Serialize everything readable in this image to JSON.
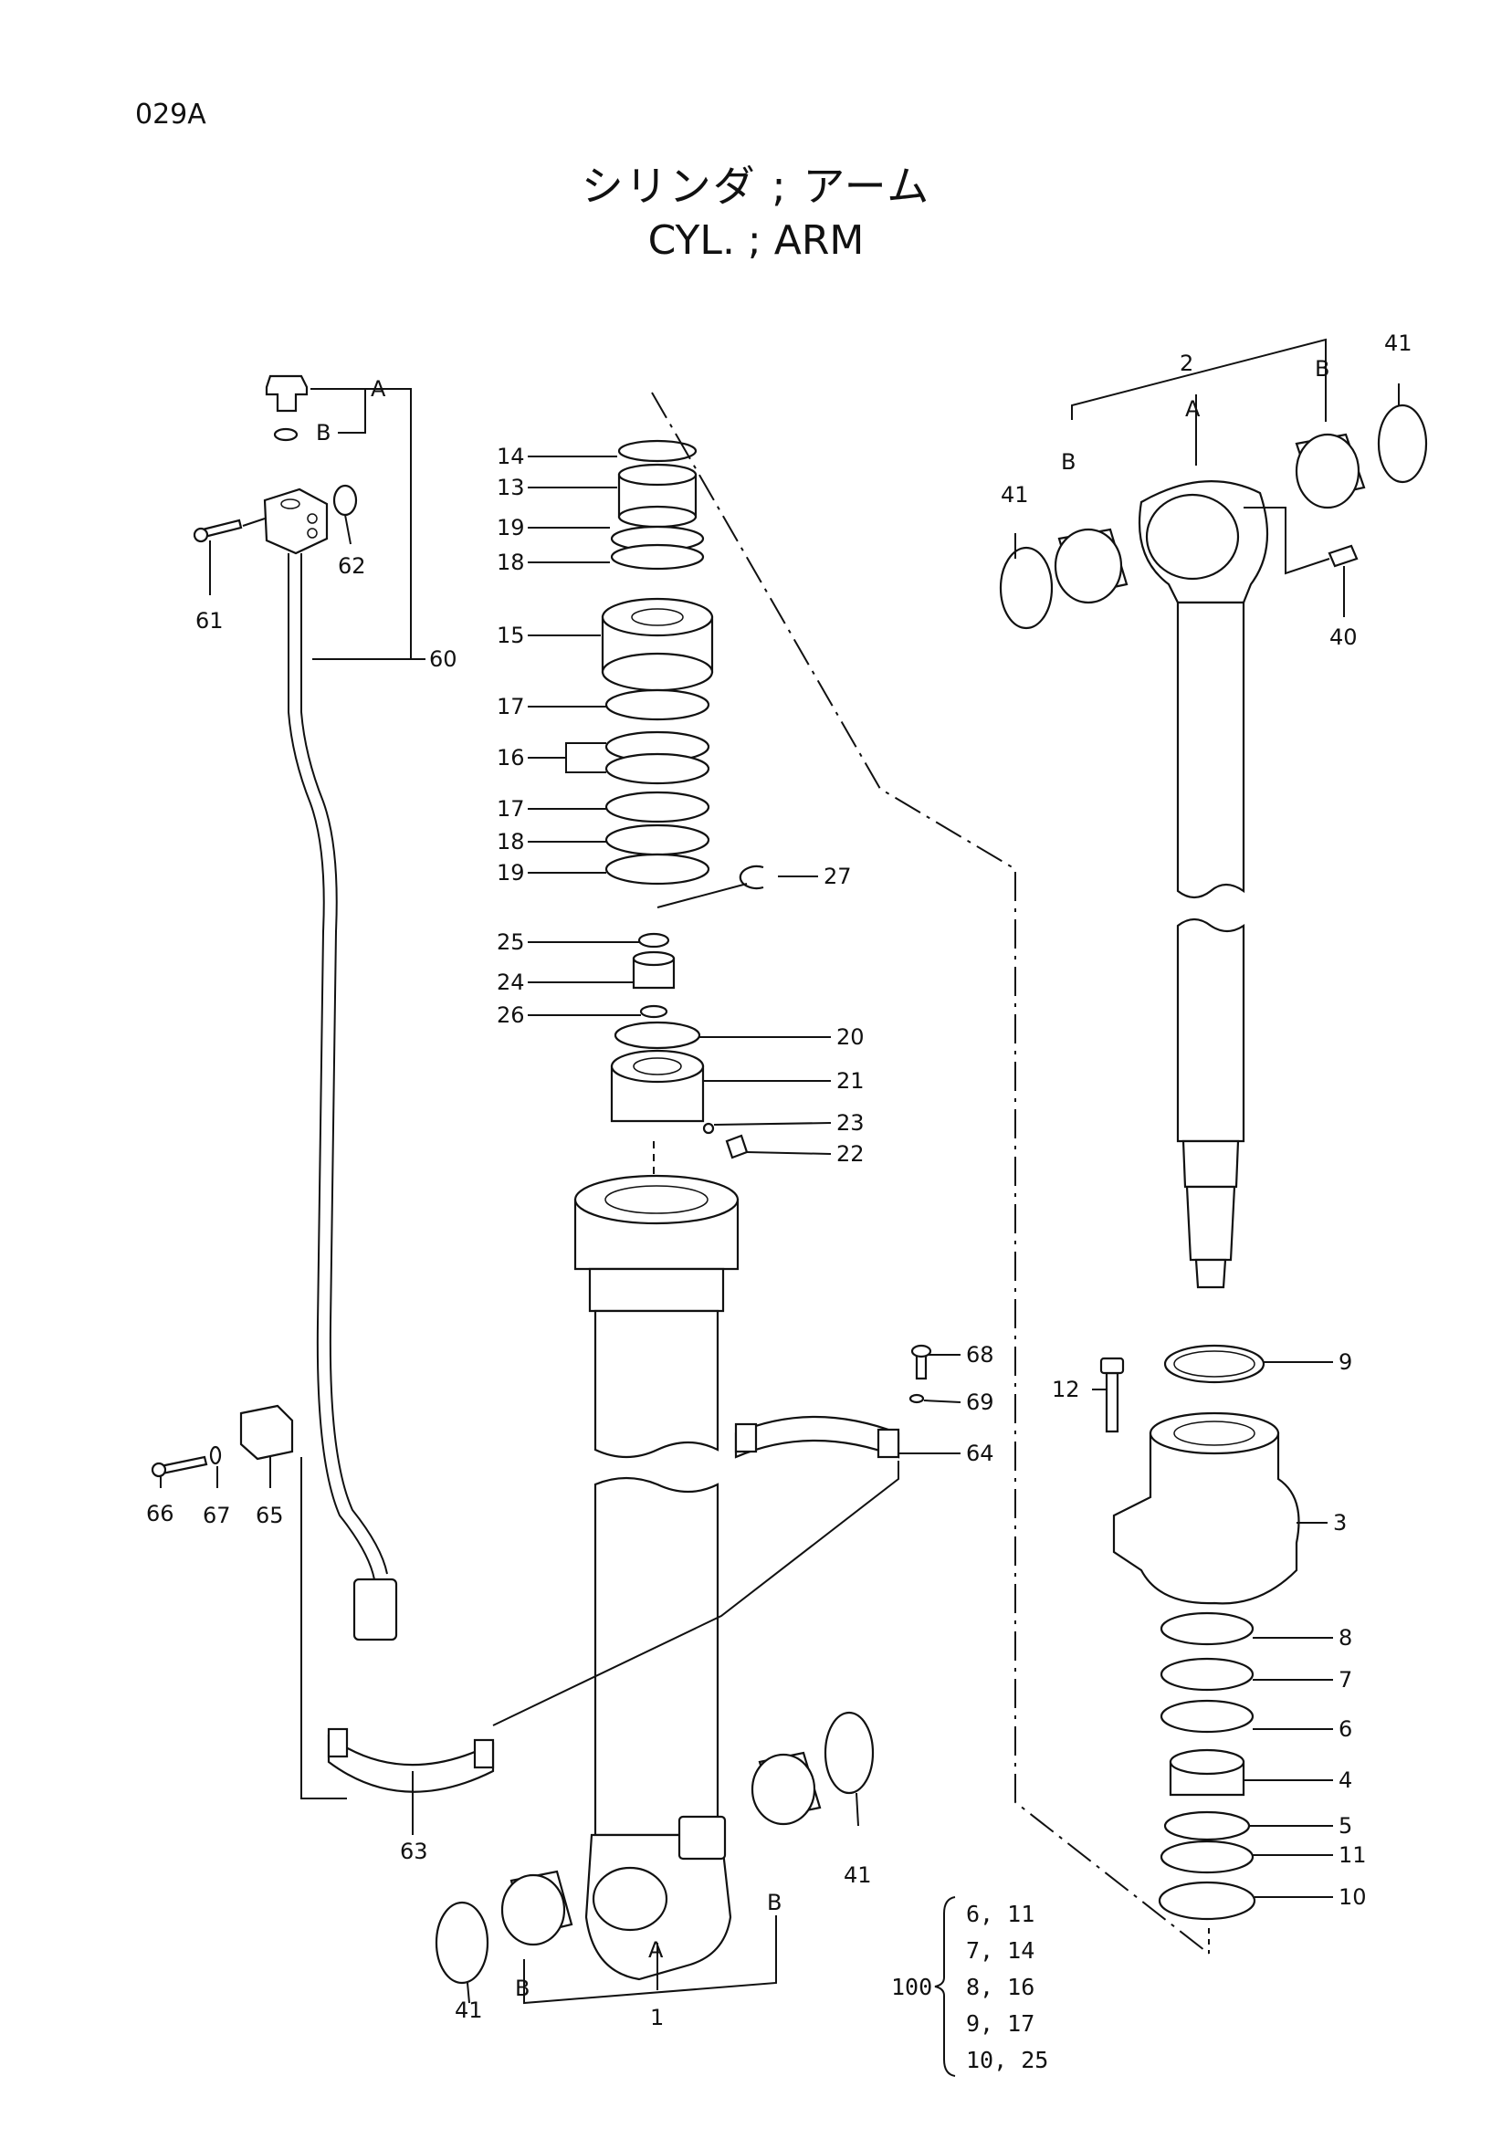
{
  "page_code": "029A",
  "title_jp": "シリンダ ; アーム",
  "title_en": "CYL. ; ARM",
  "callouts": {
    "p1": "1",
    "p2": "2",
    "p3": "3",
    "p4": "4",
    "p5": "5",
    "p6": "6",
    "p7": "7",
    "p8": "8",
    "p9": "9",
    "p10": "10",
    "p11": "11",
    "p12": "12",
    "p13": "13",
    "p14": "14",
    "p15": "15",
    "p16": "16",
    "p17a": "17",
    "p17b": "17",
    "p18a": "18",
    "p18b": "18",
    "p19a": "19",
    "p19b": "19",
    "p20": "20",
    "p21": "21",
    "p22": "22",
    "p23": "23",
    "p24": "24",
    "p25": "25",
    "p26": "26",
    "p27": "27",
    "p40": "40",
    "p41a": "41",
    "p41b": "41",
    "p41c": "41",
    "p41d": "41",
    "p60": "60",
    "p61": "61",
    "p62": "62",
    "p63": "63",
    "p64": "64",
    "p65": "65",
    "p66": "66",
    "p67": "67",
    "p68": "68",
    "p69": "69"
  },
  "letters": {
    "hose_a": "A",
    "hose_b": "B",
    "rod_a": "A",
    "rod_b1": "B",
    "rod_b2": "B",
    "tube_a": "A",
    "tube_b1": "B",
    "tube_b2": "B"
  },
  "seal_kit": {
    "number": "100",
    "rows": [
      "6, 11",
      "7, 14",
      "8, 16",
      "9, 17",
      "10, 25"
    ]
  }
}
